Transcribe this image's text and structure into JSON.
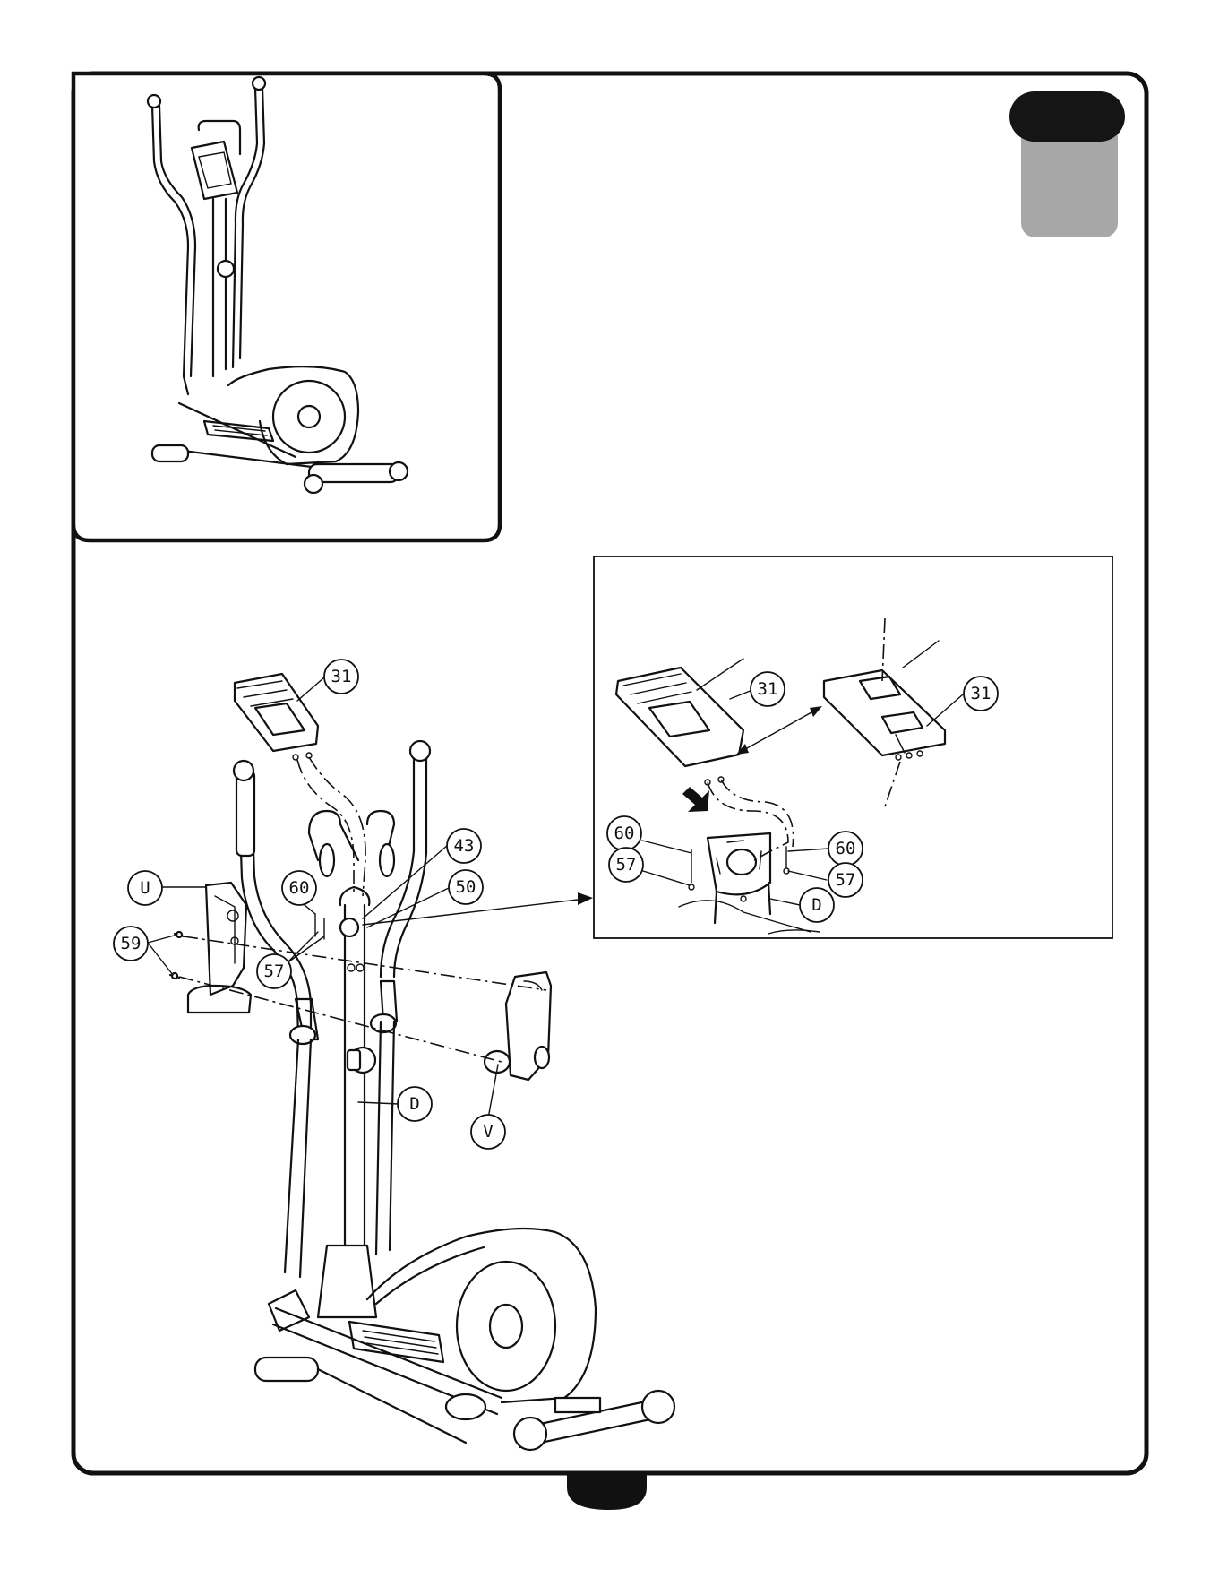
{
  "callouts": {
    "c31_main": "31",
    "c43": "43",
    "c50": "50",
    "c60_main": "60",
    "c57_main": "57",
    "c59": "59",
    "cU": "U",
    "cD_main": "D",
    "cV": "V",
    "c31_detail_a": "31",
    "c31_detail_b": "31",
    "c60_detail_l": "60",
    "c57_detail_l": "57",
    "c60_detail_r": "60",
    "c57_detail_r": "57",
    "cD_detail": "D"
  },
  "colors": {
    "outline": "#111111",
    "step_badge_top": "#151515",
    "step_badge_body": "#a7a7a7",
    "page_tab": "#111111"
  },
  "icons": {
    "step_badge": "step-number-badge",
    "direction_arrow": "down-arrow-icon",
    "page_tab": "page-number-tab"
  }
}
